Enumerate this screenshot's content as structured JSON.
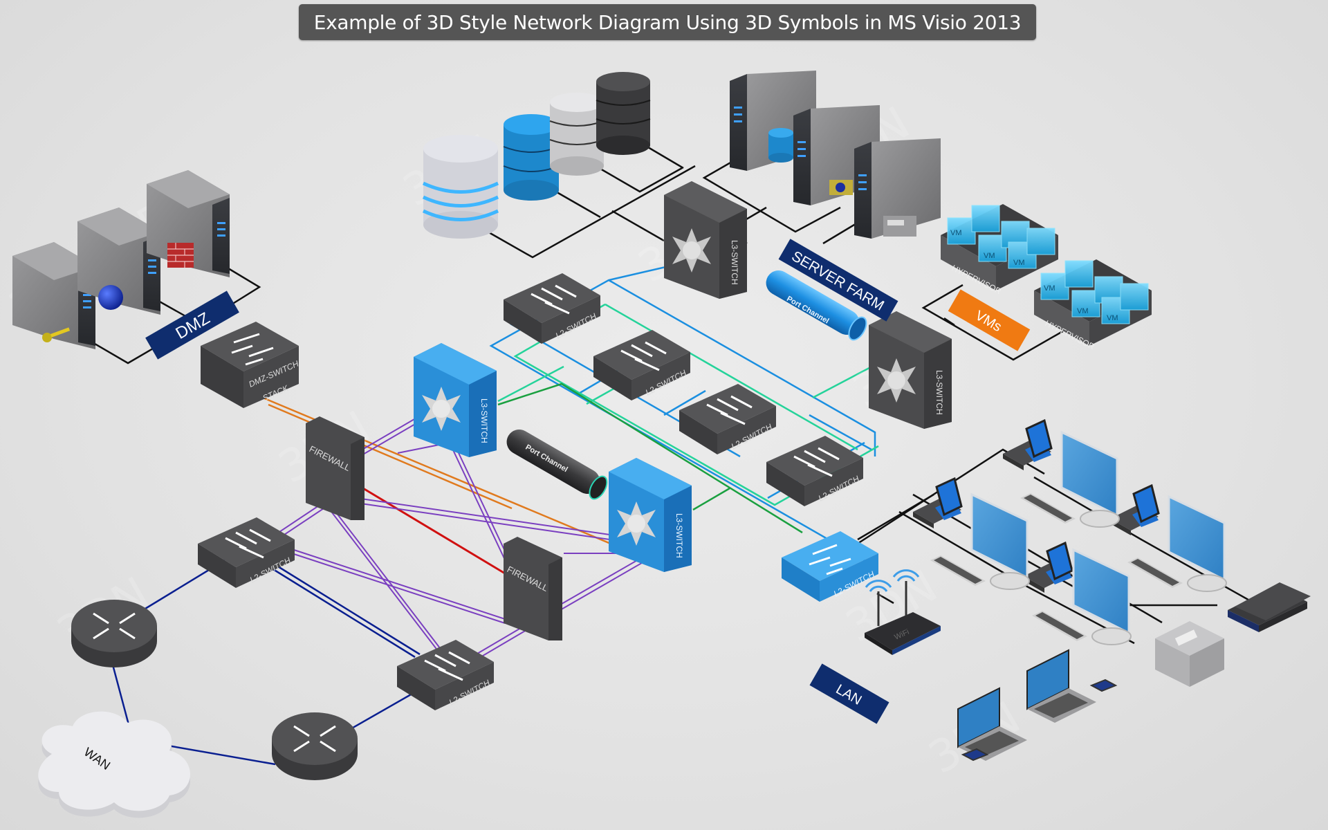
{
  "title": "Example of 3D Style Network Diagram Using 3D Symbols in MS Visio 2013",
  "watermark": "3DN",
  "colors": {
    "background": "#e3e3e3",
    "title_bar": "#555555",
    "device_dark": "#4a4a4c",
    "device_blue": "#2a8fd8",
    "label_navy": "#0f2d6e",
    "label_orange": "#f07a12",
    "vm_cyan": "#29b6e8",
    "link_black": "#111111",
    "link_blue": "#1b8fe0",
    "link_green": "#25d39a",
    "link_darkgreen": "#1aa040",
    "link_purple": "#7a3fc0",
    "link_orange": "#e07a1e",
    "link_red": "#d01010",
    "link_navy": "#0a1f90"
  },
  "zone_labels": [
    {
      "id": "dmz",
      "text": "DMZ",
      "style": "navy"
    },
    {
      "id": "server-farm",
      "text": "SERVER FARM",
      "style": "navy"
    },
    {
      "id": "vms",
      "text": "VMs",
      "style": "orange"
    },
    {
      "id": "lan",
      "text": "LAN",
      "style": "navy"
    }
  ],
  "devices": [
    {
      "id": "dmz-server-1",
      "type": "server",
      "badge": "key"
    },
    {
      "id": "dmz-server-2",
      "type": "server",
      "badge": "globe"
    },
    {
      "id": "dmz-server-3",
      "type": "server",
      "badge": "firewall-brick"
    },
    {
      "id": "dmz-switch",
      "type": "switch",
      "label": "DMZ-SWITCH",
      "sublabel": "STACK"
    },
    {
      "id": "db-glass",
      "type": "database",
      "variant": "glass"
    },
    {
      "id": "db-blue",
      "type": "database",
      "variant": "blue"
    },
    {
      "id": "db-silver",
      "type": "database",
      "variant": "silver"
    },
    {
      "id": "db-black",
      "type": "database",
      "variant": "black"
    },
    {
      "id": "farm-server-1",
      "type": "server",
      "badge": "database"
    },
    {
      "id": "farm-server-2",
      "type": "server",
      "badge": "web-folder"
    },
    {
      "id": "farm-server-3",
      "type": "server",
      "badge": "storage"
    },
    {
      "id": "l3-switch-farm-1",
      "type": "l3switch",
      "label": "L3-SWITCH"
    },
    {
      "id": "l3-switch-farm-2",
      "type": "l3switch",
      "label": "L3-SWITCH"
    },
    {
      "id": "hypervisor-1",
      "type": "hypervisor",
      "label": "HYPERVISOR",
      "vm_label": "VM",
      "vm_count": 6
    },
    {
      "id": "hypervisor-2",
      "type": "hypervisor",
      "label": "HYPERVISOR",
      "vm_label": "VM",
      "vm_count": 6
    },
    {
      "id": "access-switch-1",
      "type": "switch",
      "label": "L2-SWITCH"
    },
    {
      "id": "access-switch-2",
      "type": "switch",
      "label": "L2-SWITCH"
    },
    {
      "id": "access-switch-3",
      "type": "switch",
      "label": "L2-SWITCH"
    },
    {
      "id": "access-switch-4",
      "type": "switch",
      "label": "L2-SWITCH"
    },
    {
      "id": "core-switch-1",
      "type": "l3switch-blue",
      "label": "L3-SWITCH"
    },
    {
      "id": "core-switch-2",
      "type": "l3switch-blue",
      "label": "L3-SWITCH"
    },
    {
      "id": "firewall-1",
      "type": "firewall",
      "label": "FIREWALL"
    },
    {
      "id": "firewall-2",
      "type": "firewall",
      "label": "FIREWALL"
    },
    {
      "id": "edge-switch-1",
      "type": "switch",
      "label": "L2-SWITCH"
    },
    {
      "id": "edge-switch-2",
      "type": "switch",
      "label": "L2-SWITCH"
    },
    {
      "id": "router-1",
      "type": "router"
    },
    {
      "id": "router-2",
      "type": "router"
    },
    {
      "id": "wan-cloud",
      "type": "cloud",
      "label": "WAN"
    },
    {
      "id": "lan-switch",
      "type": "switch-blue",
      "label": "L2-SWITCH"
    },
    {
      "id": "wifi-router",
      "type": "wifi",
      "label": "WiFi"
    },
    {
      "id": "ip-phone-1",
      "type": "phone"
    },
    {
      "id": "ip-phone-2",
      "type": "phone"
    },
    {
      "id": "ip-phone-3",
      "type": "phone"
    },
    {
      "id": "ip-phone-4",
      "type": "phone"
    },
    {
      "id": "workstation-1",
      "type": "monitor"
    },
    {
      "id": "workstation-2",
      "type": "monitor"
    },
    {
      "id": "workstation-3",
      "type": "monitor"
    },
    {
      "id": "workstation-4",
      "type": "monitor"
    },
    {
      "id": "printer",
      "type": "printer"
    },
    {
      "id": "scanner",
      "type": "scanner"
    },
    {
      "id": "laptop-1",
      "type": "laptop"
    },
    {
      "id": "laptop-2",
      "type": "laptop"
    },
    {
      "id": "smartphone-1",
      "type": "smartphone"
    },
    {
      "id": "smartphone-2",
      "type": "smartphone"
    }
  ],
  "port_channels": [
    {
      "id": "port-channel-farm",
      "label": "Port Channel",
      "color": "blue",
      "from": "l3-switch-farm-1",
      "to": "l3-switch-farm-2"
    },
    {
      "id": "port-channel-core",
      "label": "Port Channel",
      "color": "black",
      "from": "core-switch-1",
      "to": "core-switch-2"
    }
  ],
  "connections": [
    {
      "from": "dmz-server-1",
      "to": "dmz-switch",
      "color": "black"
    },
    {
      "from": "dmz-server-2",
      "to": "dmz-switch",
      "color": "black"
    },
    {
      "from": "dmz-server-3",
      "to": "dmz-switch",
      "color": "black"
    },
    {
      "from": "db-glass",
      "to": "l3-switch-farm-1",
      "color": "black"
    },
    {
      "from": "db-blue",
      "to": "l3-switch-farm-1",
      "color": "black"
    },
    {
      "from": "db-silver",
      "to": "l3-switch-farm-1",
      "color": "black"
    },
    {
      "from": "db-black",
      "to": "l3-switch-farm-1",
      "color": "black"
    },
    {
      "from": "farm-server-1",
      "to": "l3-switch-farm-1",
      "color": "black"
    },
    {
      "from": "farm-server-2",
      "to": "l3-switch-farm-1",
      "color": "black"
    },
    {
      "from": "farm-server-3",
      "to": "l3-switch-farm-1",
      "color": "black"
    },
    {
      "from": "hypervisor-1",
      "to": "l3-switch-farm-2",
      "color": "black"
    },
    {
      "from": "hypervisor-2",
      "to": "l3-switch-farm-2",
      "color": "black"
    },
    {
      "from": "access-switch-1",
      "to": "l3-switch-farm-1",
      "color": "blue"
    },
    {
      "from": "access-switch-2",
      "to": "l3-switch-farm-1",
      "color": "blue"
    },
    {
      "from": "access-switch-3",
      "to": "l3-switch-farm-2",
      "color": "blue"
    },
    {
      "from": "access-switch-4",
      "to": "l3-switch-farm-2",
      "color": "green"
    },
    {
      "from": "core-switch-1",
      "to": "access-switch-1",
      "color": "green"
    },
    {
      "from": "core-switch-1",
      "to": "lan-switch",
      "color": "darkgreen"
    },
    {
      "from": "dmz-switch",
      "to": "core-switch-2",
      "color": "orange"
    },
    {
      "from": "firewall-1",
      "to": "firewall-2",
      "color": "red"
    },
    {
      "from": "firewall-1",
      "to": "core-switch-1",
      "color": "purple"
    },
    {
      "from": "firewall-1",
      "to": "core-switch-2",
      "color": "purple"
    },
    {
      "from": "firewall-2",
      "to": "core-switch-1",
      "color": "purple"
    },
    {
      "from": "firewall-2",
      "to": "core-switch-2",
      "color": "purple"
    },
    {
      "from": "edge-switch-1",
      "to": "firewall-1",
      "color": "purple"
    },
    {
      "from": "edge-switch-1",
      "to": "firewall-2",
      "color": "purple"
    },
    {
      "from": "edge-switch-2",
      "to": "firewall-1",
      "color": "purple"
    },
    {
      "from": "edge-switch-2",
      "to": "firewall-2",
      "color": "purple"
    },
    {
      "from": "edge-switch-1",
      "to": "edge-switch-2",
      "color": "navy"
    },
    {
      "from": "router-1",
      "to": "edge-switch-1",
      "color": "navy"
    },
    {
      "from": "router-2",
      "to": "edge-switch-2",
      "color": "navy"
    },
    {
      "from": "router-1",
      "to": "wan-cloud",
      "color": "navy"
    },
    {
      "from": "router-2",
      "to": "wan-cloud",
      "color": "navy"
    },
    {
      "from": "lan-switch",
      "to": "wifi-router",
      "color": "black"
    },
    {
      "from": "lan-switch",
      "to": "ip-phone-1",
      "color": "black"
    },
    {
      "from": "lan-switch",
      "to": "ip-phone-2",
      "color": "black"
    },
    {
      "from": "ip-phone-1",
      "to": "workstation-1",
      "color": "black"
    },
    {
      "from": "ip-phone-2",
      "to": "workstation-2",
      "color": "black"
    },
    {
      "from": "ip-phone-3",
      "to": "workstation-3",
      "color": "black"
    },
    {
      "from": "ip-phone-4",
      "to": "workstation-4",
      "color": "black"
    },
    {
      "from": "workstation-3",
      "to": "scanner",
      "color": "black"
    },
    {
      "from": "workstation-4",
      "to": "printer",
      "color": "black"
    }
  ]
}
